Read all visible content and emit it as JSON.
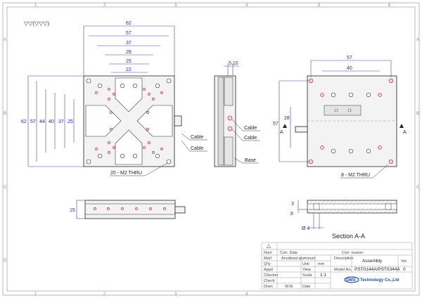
{
  "sheet": {
    "grid_columns": [
      "1",
      "2",
      "3",
      "4",
      "5",
      "6"
    ],
    "grid_rows": [
      "A",
      "B",
      "C",
      "D"
    ],
    "surface_finish": "▽▽(▽▽▽)"
  },
  "views": {
    "top": {
      "horizontal_dims": [
        "62",
        "57",
        "37",
        "28",
        "25",
        "22"
      ],
      "vertical_dims": [
        "62",
        "57",
        "44",
        "40",
        "37",
        "25"
      ],
      "cable_labels": [
        "Cable",
        "Cable"
      ],
      "hole_callout": "20 - M2 THRU"
    },
    "side": {
      "dim_label": "5.10",
      "labels": [
        "Cable",
        "Cable",
        "Base"
      ]
    },
    "bottom": {
      "horizontal_dims": [
        "57",
        "40"
      ],
      "vertical_dims": [
        "57",
        "28"
      ],
      "section_marker": "A",
      "hole_callout": "8 - M2 THRU"
    },
    "front": {
      "vertical_dim": "15"
    },
    "section": {
      "dims": [
        "3",
        "8",
        "Ø 4"
      ],
      "title": "Section A-A"
    }
  },
  "title_block": {
    "revision_symbol": "△",
    "num_label": "Num",
    "corr_date_label": "Corr. Date",
    "corr_reason_label": "Corr. reason",
    "rows": [
      {
        "label": "Mat'l",
        "value": "Anodized aluminum"
      },
      {
        "label": "Q'ty"
      },
      {
        "label": "Appd"
      },
      {
        "label": "Checker"
      },
      {
        "label": "Check"
      },
      {
        "label": "Drwn"
      }
    ],
    "description_label": "Description",
    "description": "Assembly",
    "ver_label": "Ver.",
    "unit_label": "Unit",
    "unit": "mm",
    "view_label": "View",
    "model_label": "Model  No.",
    "model_no": "PSTII144A/PSTII344A",
    "version": "0",
    "scale_label": "Scale",
    "scale": "1:1",
    "drawn_by": "W.M.",
    "date_label": "Date",
    "logo_mark": "OMS",
    "company": "Technology Co.,Ltd"
  }
}
